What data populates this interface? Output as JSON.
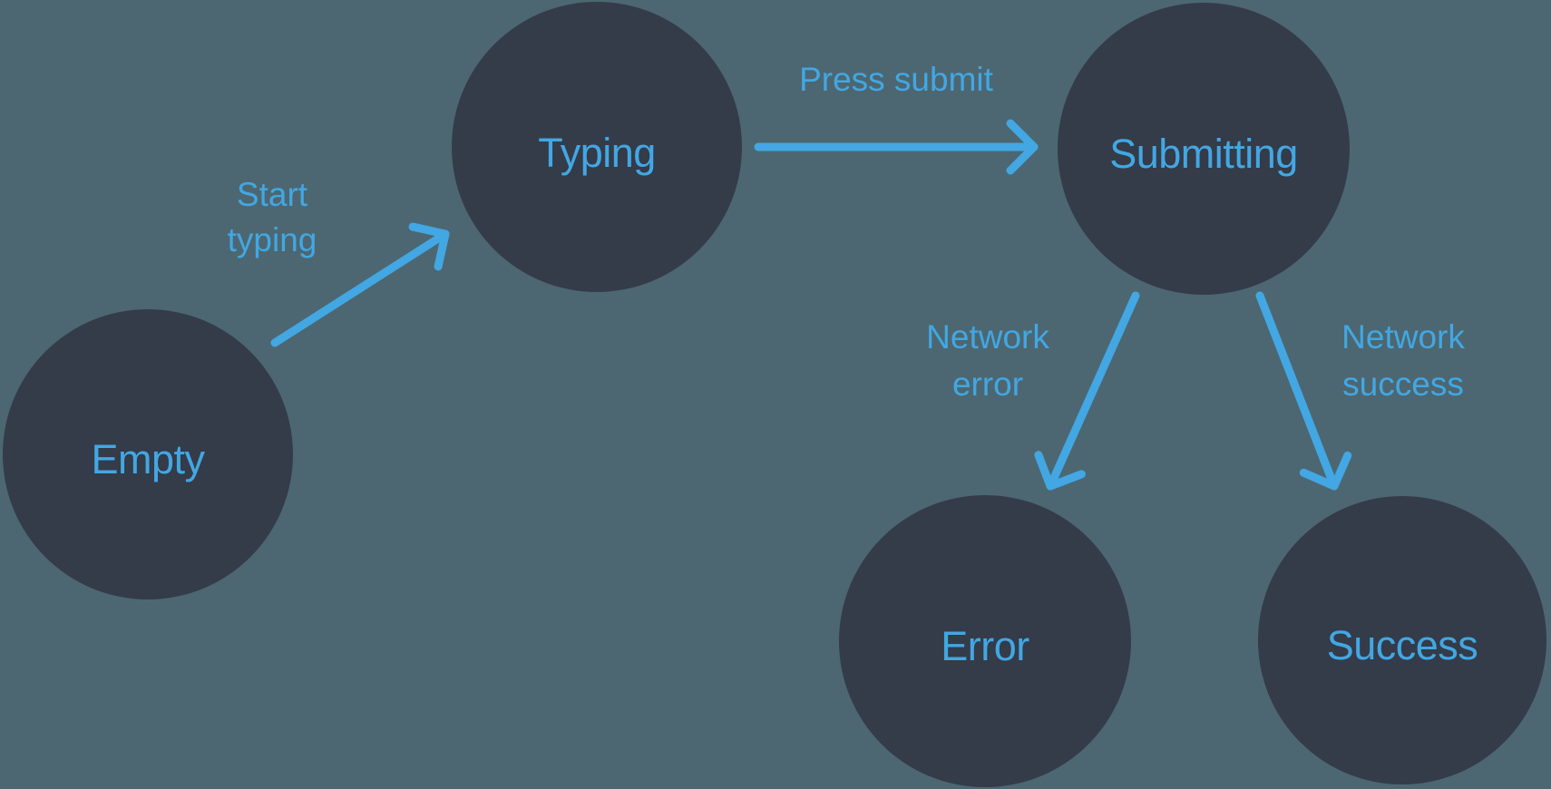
{
  "diagram": {
    "colors": {
      "background": "#4c6771",
      "node_fill": "#343b49",
      "accent": "#42a7e3"
    },
    "states": [
      {
        "label": "Empty"
      },
      {
        "label": "Typing"
      },
      {
        "label": "Submitting"
      },
      {
        "label": "Error"
      },
      {
        "label": "Success"
      }
    ],
    "transitions": [
      {
        "from": "Empty",
        "to": "Typing",
        "label": "Start typing",
        "label_lines": [
          "Start",
          "typing"
        ]
      },
      {
        "from": "Typing",
        "to": "Submitting",
        "label": "Press submit",
        "label_lines": [
          "Press submit"
        ]
      },
      {
        "from": "Submitting",
        "to": "Error",
        "label": "Network error",
        "label_lines": [
          "Network",
          "error"
        ]
      },
      {
        "from": "Submitting",
        "to": "Success",
        "label": "Network success",
        "label_lines": [
          "Network",
          "success"
        ]
      }
    ]
  }
}
